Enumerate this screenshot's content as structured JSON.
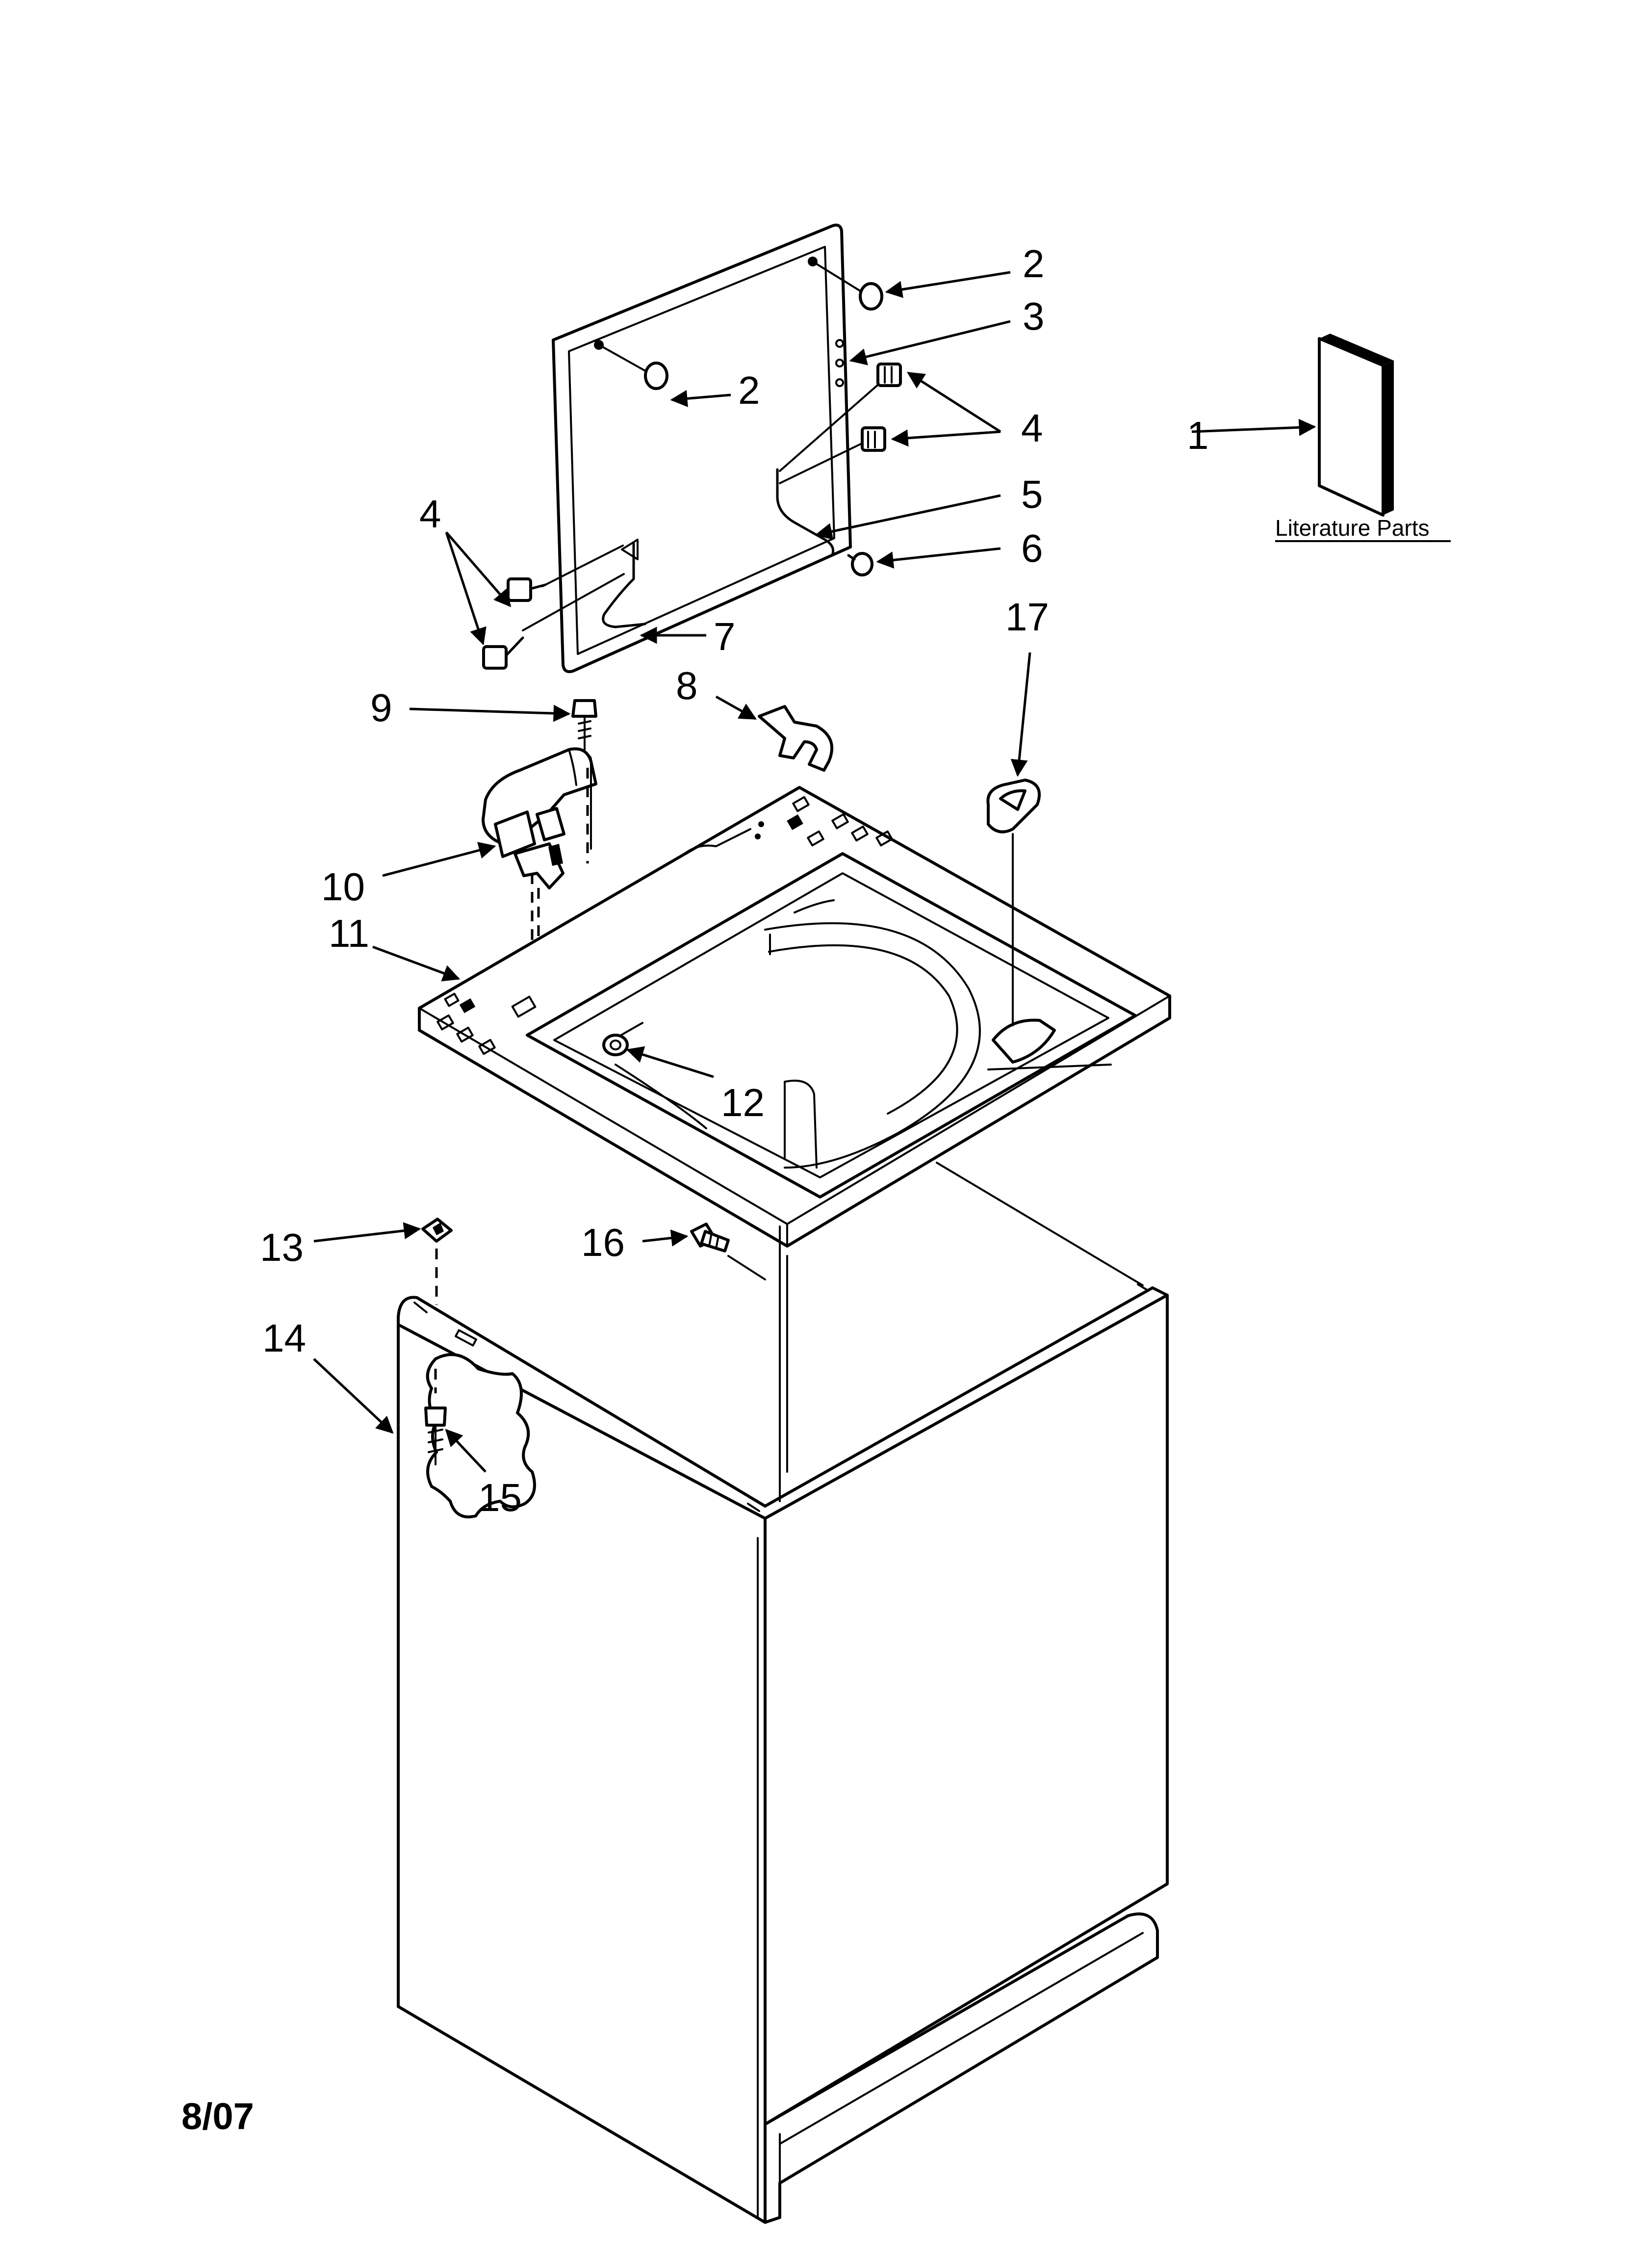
{
  "callouts": {
    "c1": "1",
    "c2a": "2",
    "c2b": "2",
    "c3": "3",
    "c4a": "4",
    "c4b": "4",
    "c5": "5",
    "c6": "6",
    "c7": "7",
    "c8": "8",
    "c9": "9",
    "c10": "10",
    "c11": "11",
    "c12": "12",
    "c13": "13",
    "c14": "14",
    "c15": "15",
    "c16": "16",
    "c17": "17"
  },
  "literature_label": "Literature Parts",
  "date_code": "8/07"
}
